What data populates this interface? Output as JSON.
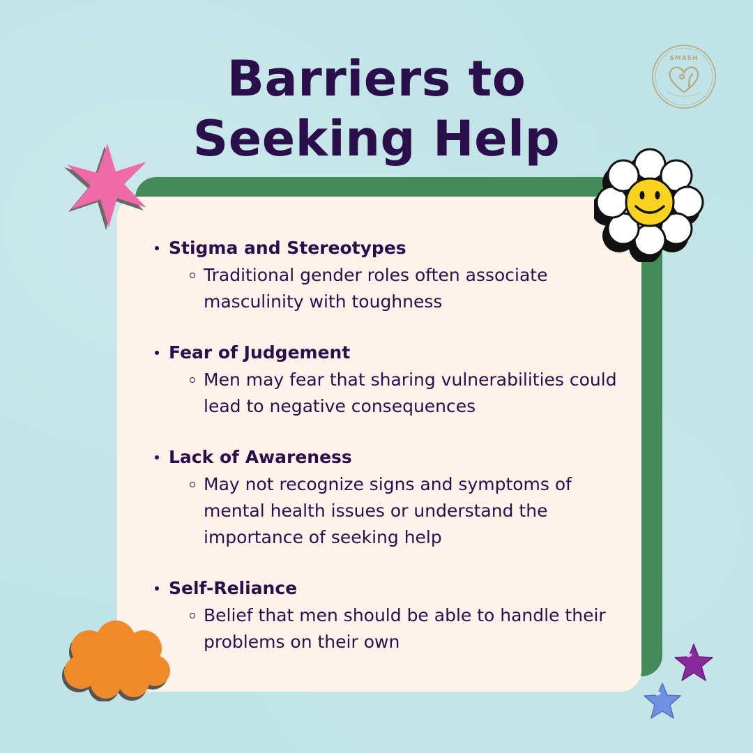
{
  "title": {
    "line1": "Barriers to",
    "line2": "Seeking Help"
  },
  "logo": {
    "text": "SMASH",
    "icon": "heart-hands-icon"
  },
  "barriers": [
    {
      "heading": "Stigma and Stereotypes",
      "detail": "Traditional gender roles often associate masculinity with toughness"
    },
    {
      "heading": "Fear of Judgement",
      "detail": "Men may fear that sharing vulnerabilities could lead to negative consequences"
    },
    {
      "heading": "Lack of Awareness",
      "detail": "May not recognize signs and symptoms of mental health issues or understand the importance of seeking help"
    },
    {
      "heading": "Self-Reliance",
      "detail": "Belief that men should be able to handle their problems on their own"
    }
  ],
  "colors": {
    "background": "#bfe3e6",
    "text": "#2a0f4a",
    "card": "#fdf3ea",
    "card_shadow": "#438b59",
    "pink_star": "#f06aa8",
    "orange_cloud": "#f0892a",
    "purple_star": "#8a2a9a",
    "blue_star": "#6f90e0",
    "smiley": "#f7d21e"
  },
  "decorations": [
    "pink-burst-icon",
    "smiley-flower-icon",
    "orange-cloud-icon",
    "purple-star-icon",
    "blue-star-icon"
  ]
}
